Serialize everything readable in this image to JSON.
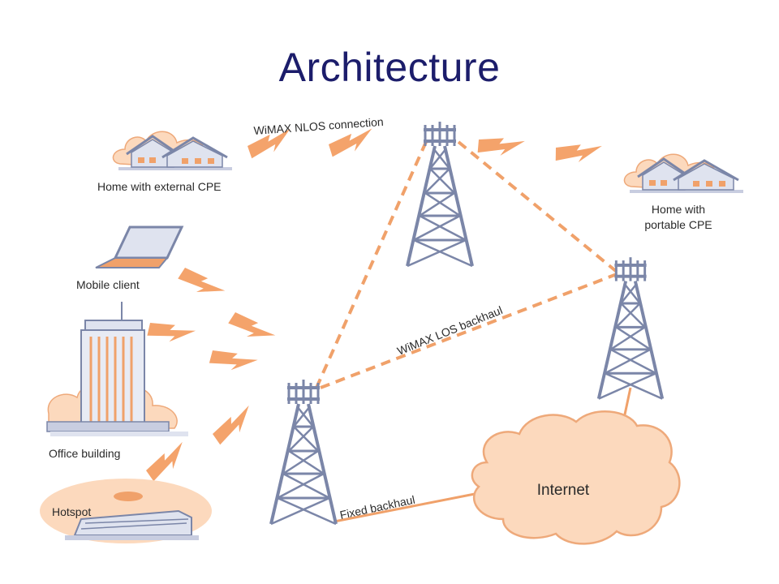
{
  "title": "Architecture",
  "colors": {
    "title": "#1c1d6b",
    "accent": "#f0a16a",
    "tower": "#7b86a8",
    "cloud_fill": "#fcd9bd",
    "cloud_stroke": "#eea97a",
    "building": "#c8cde0"
  },
  "nodes": {
    "home_external_cpe": "Home with external CPE",
    "home_portable_cpe_line1": "Home with",
    "home_portable_cpe_line2": "portable CPE",
    "mobile_client": "Mobile client",
    "office_building": "Office building",
    "hotspot": "Hotspot",
    "internet": "Internet"
  },
  "links": {
    "nlos": "WiMAX NLOS connection",
    "los_backhaul": "WiMAX LOS backhaul",
    "fixed_backhaul": "Fixed backhaul"
  },
  "icons": [
    "wireless-signal-icon",
    "tower-icon",
    "house-icon",
    "laptop-icon",
    "office-building-icon",
    "hotspot-icon",
    "cloud-icon"
  ]
}
